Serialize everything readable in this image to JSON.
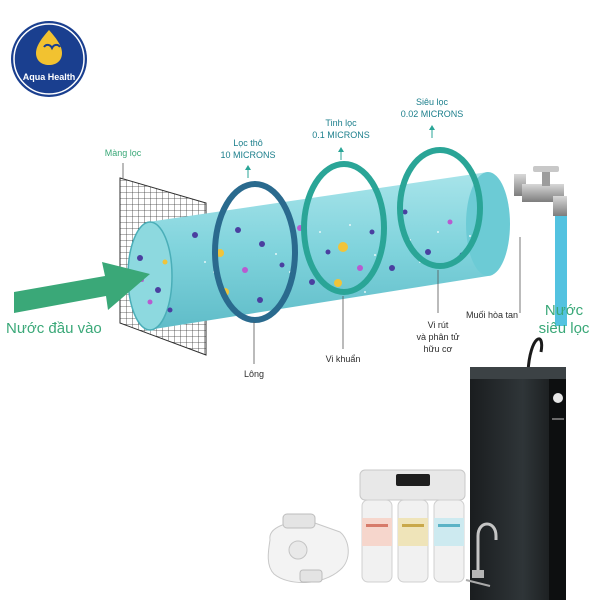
{
  "logo": {
    "text": "Aqua Health",
    "icon": "heart-drop-logo"
  },
  "stages": [
    {
      "label": "Màng lọc",
      "size": ""
    },
    {
      "label": "Lọc thô",
      "size": "10 MICRONS"
    },
    {
      "label": "Tinh lọc",
      "size": "0.1 MICRONS"
    },
    {
      "label": "Siêu lọc",
      "size": "0.02 MICRONS"
    }
  ],
  "inputs": {
    "inlet_label": "Nước đầu vào",
    "outlet_label_1": "Nước",
    "outlet_label_2": "siêu lọc"
  },
  "removed": [
    {
      "label": "Lông"
    },
    {
      "label": "Vi khuẩn"
    },
    {
      "label_1": "Vi rút",
      "label_2": "và phân tử",
      "label_3": "hữu cơ"
    },
    {
      "label": "Muối hòa tan"
    }
  ],
  "products": [
    {
      "icon": "filter-cartridge-icon"
    },
    {
      "icon": "filter-cartridge-icon"
    },
    {
      "icon": "filter-cartridge-icon"
    },
    {
      "icon": "faucet-filter-icon"
    },
    {
      "icon": "water-purifier-cabinet-icon"
    }
  ],
  "colors": {
    "tube": "#7fd3dc",
    "ring_dark": "#2a6a8e",
    "ring_teal": "#2aa597",
    "inlet_arrow": "#3aa878",
    "outlet_water": "#53c2e0",
    "logo_bg": "#1a3f8f"
  }
}
